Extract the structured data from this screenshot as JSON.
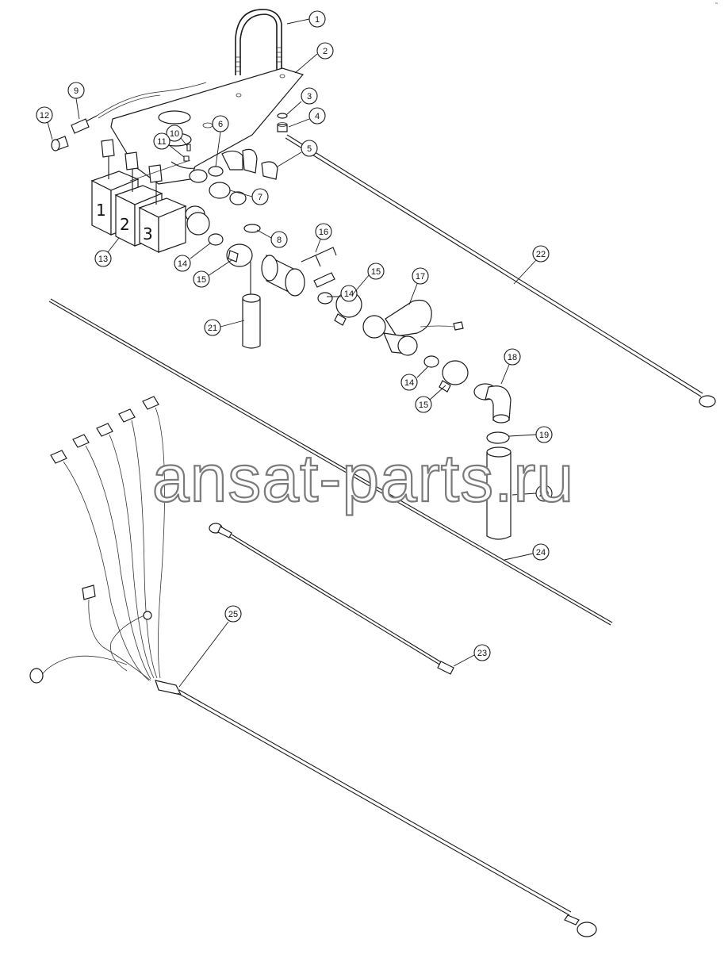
{
  "callouts": [
    "1",
    "2",
    "3",
    "4",
    "5",
    "6",
    "7",
    "8",
    "9",
    "10",
    "11",
    "12",
    "13",
    "14",
    "14",
    "14",
    "15",
    "15",
    "15",
    "16",
    "17",
    "18",
    "19",
    "20",
    "21",
    "22",
    "23",
    "24",
    "25"
  ],
  "switch_labels": [
    "1",
    "2",
    "3"
  ],
  "watermark": "ansat-parts.ru",
  "corner_mark": "˜"
}
